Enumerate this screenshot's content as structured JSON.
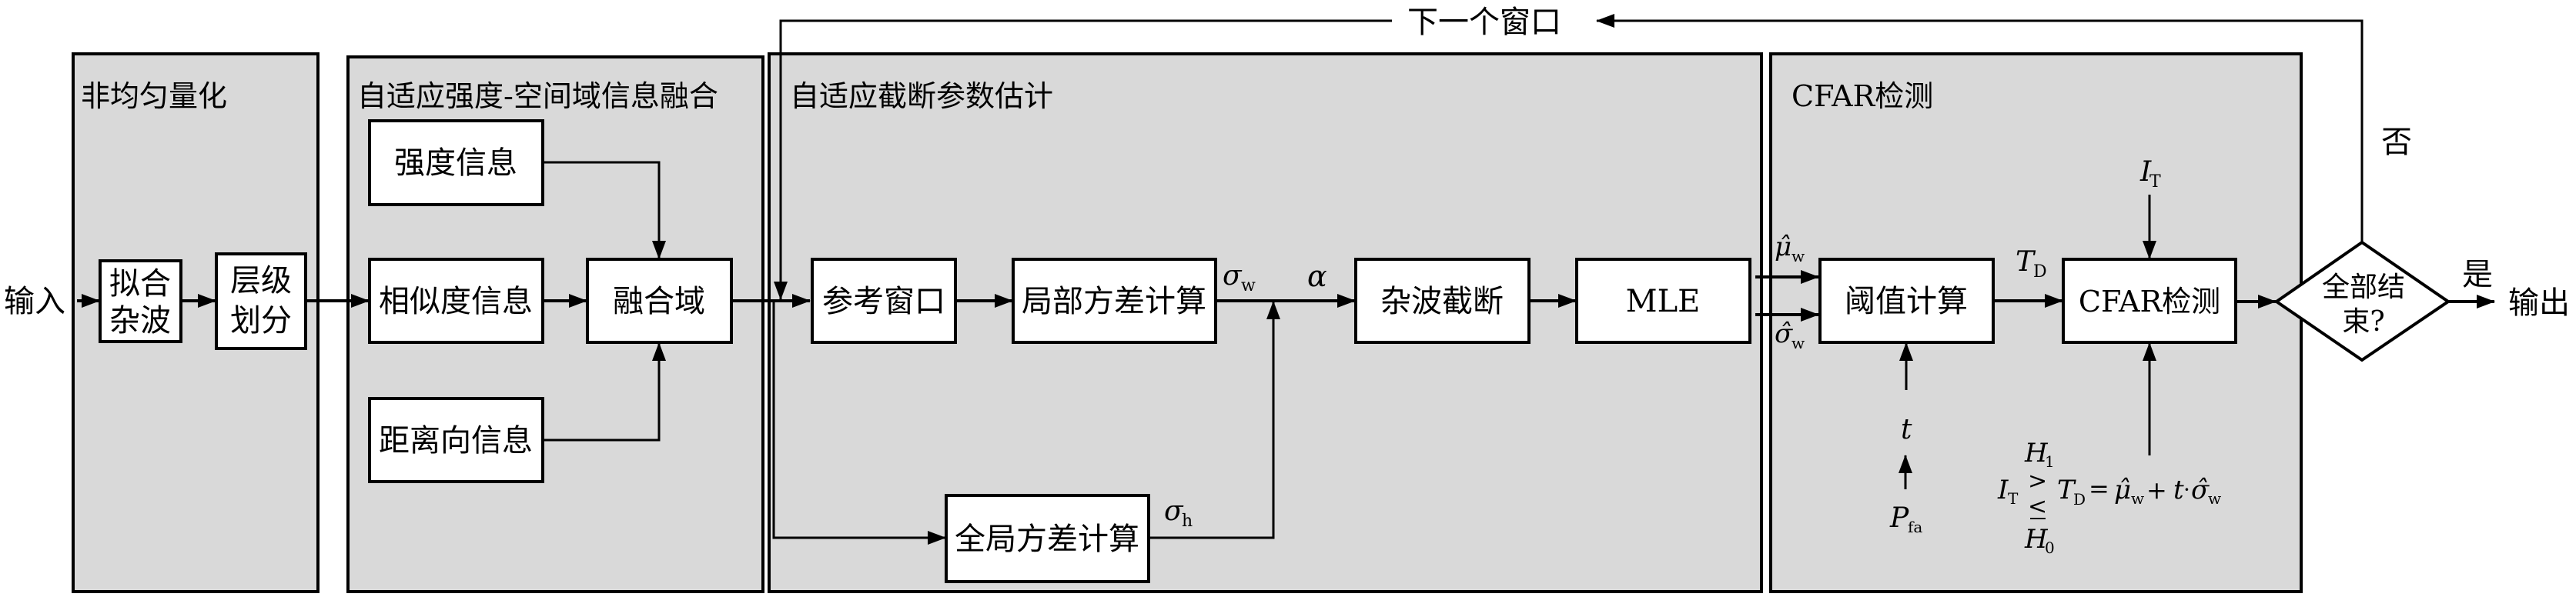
{
  "diagram": {
    "colors": {
      "panel_fill": "#d9d9d9",
      "box_fill": "#ffffff",
      "stroke": "#000000"
    },
    "io": {
      "input": "输入",
      "output": "输出"
    },
    "feedback": {
      "label": "下一个窗口",
      "no": "否",
      "yes": "是"
    },
    "panels": [
      {
        "title": "非均匀量化"
      },
      {
        "title": "自适应强度-空间域信息融合"
      },
      {
        "title": "自适应截断参数估计"
      },
      {
        "title": "CFAR检测"
      }
    ],
    "boxes": {
      "fit_clutter": [
        "拟合",
        "杂波"
      ],
      "level_split": [
        "层级",
        "划分"
      ],
      "intensity_info": "强度信息",
      "similarity_info": "相似度信息",
      "range_info": "距离向信息",
      "fusion_domain": "融合域",
      "reference_window": "参考窗口",
      "local_variance": "局部方差计算",
      "global_variance": "全局方差计算",
      "clutter_truncation": "杂波截断",
      "mle": "MLE",
      "threshold_calc": "阈值计算",
      "cfar_detect": "CFAR检测",
      "all_done": [
        "全部结",
        "束?"
      ]
    },
    "math": {
      "sigma": "σ",
      "sub_w": "w",
      "sub_h": "h",
      "alpha": "α",
      "mu_hat": "μ̂",
      "sigma_hat": "σ̂",
      "T": "T",
      "sub_D": "D",
      "I": "I",
      "sub_T": "T",
      "t": "t",
      "P": "P",
      "sub_fa": "fa",
      "H": "H",
      "sub_1": "1",
      "sub_0": "0",
      "gt": ">",
      "lt": "<",
      "eq": "=",
      "plus": "+",
      "dot": "·"
    }
  }
}
